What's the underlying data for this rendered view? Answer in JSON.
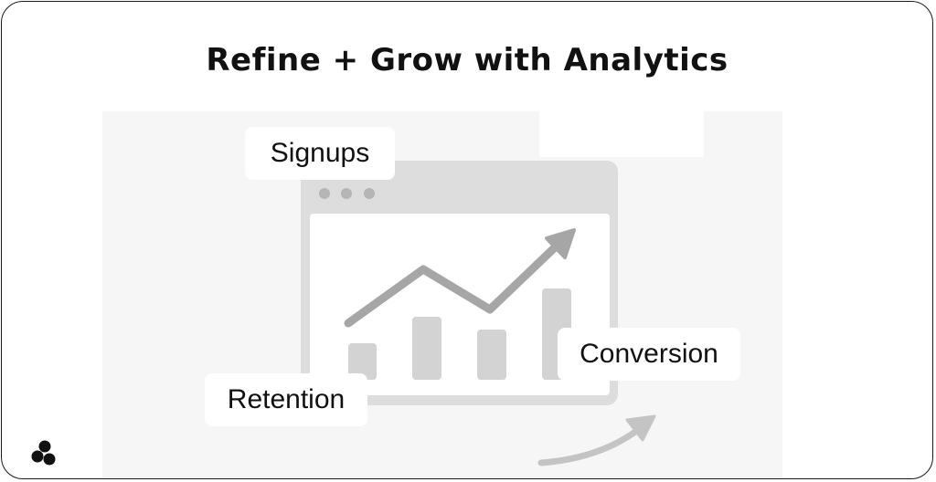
{
  "title": "Refine + Grow with Analytics",
  "labels": {
    "signups": "Signups",
    "conversion": "Conversion",
    "retention": "Retention"
  },
  "colors": {
    "browser_frame": "#dddddd",
    "bars": "#d3d3d3",
    "trend_line": "#a6a6a6",
    "window_dots": "#b5b5b5",
    "text": "#111111"
  },
  "icons": {
    "logo": "three-dot-cluster-icon",
    "trend_arrow": "trend-up-arrow-icon",
    "curved_arrow": "curved-arrow-icon"
  }
}
